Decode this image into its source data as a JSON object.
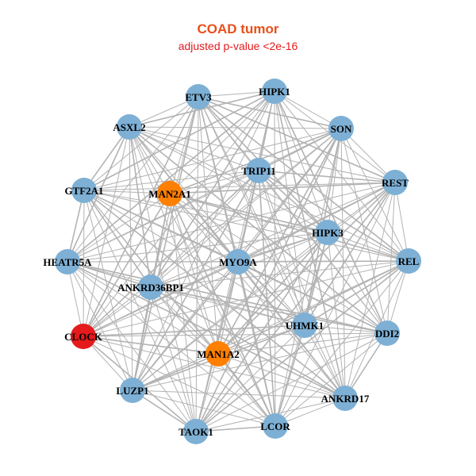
{
  "title": "COAD tumor",
  "subtitle": "adjusted p-value <2e-16",
  "colors": {
    "default": "#7eb0d5",
    "orange": "#ff7f00",
    "red": "#e41a1c",
    "edge": "#b3b3b3",
    "title": "#e8501a"
  },
  "nodes": [
    {
      "id": "HIPK1",
      "color": "default"
    },
    {
      "id": "ETV3",
      "color": "default"
    },
    {
      "id": "SON",
      "color": "default"
    },
    {
      "id": "ASXL2",
      "color": "default"
    },
    {
      "id": "TRIP11",
      "color": "default"
    },
    {
      "id": "REST",
      "color": "default"
    },
    {
      "id": "GTF2A1",
      "color": "default"
    },
    {
      "id": "MAN2A1",
      "color": "orange"
    },
    {
      "id": "HIPK3",
      "color": "default"
    },
    {
      "id": "HEATR5A",
      "color": "default"
    },
    {
      "id": "MYO9A",
      "color": "default"
    },
    {
      "id": "REL",
      "color": "default"
    },
    {
      "id": "ANKRD36BP1",
      "color": "default"
    },
    {
      "id": "UHMK1",
      "color": "default"
    },
    {
      "id": "CLOCK",
      "color": "red"
    },
    {
      "id": "DDI2",
      "color": "default"
    },
    {
      "id": "MAN1A2",
      "color": "orange"
    },
    {
      "id": "LUZP1",
      "color": "default"
    },
    {
      "id": "ANKRD17",
      "color": "default"
    },
    {
      "id": "TAOK1",
      "color": "default"
    },
    {
      "id": "LCOR",
      "color": "default"
    }
  ]
}
